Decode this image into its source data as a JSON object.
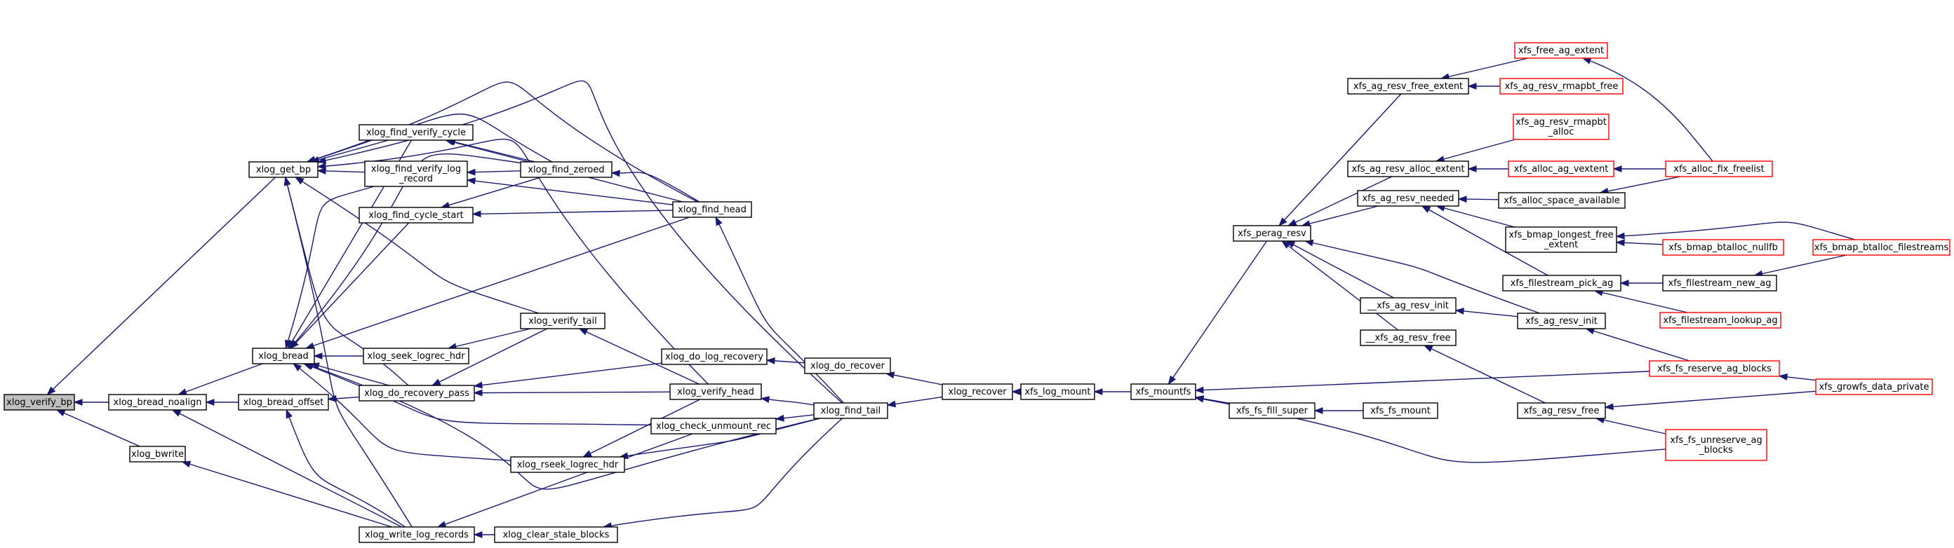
{
  "colors": {
    "edge": "#191970",
    "node_border": "#000000",
    "node_border_truncated": "#ff0000",
    "node_fill": "#ffffff",
    "root_fill": "#bfbfbf"
  },
  "nodes": [
    {
      "id": "xlog_verify_bp",
      "lines": [
        "xlog_verify_bp"
      ],
      "root": true
    },
    {
      "id": "xlog_bread_noalign",
      "lines": [
        "xlog_bread_noalign"
      ]
    },
    {
      "id": "xlog_bwrite",
      "lines": [
        "xlog_bwrite"
      ]
    },
    {
      "id": "xlog_get_bp",
      "lines": [
        "xlog_get_bp"
      ]
    },
    {
      "id": "xlog_bread",
      "lines": [
        "xlog_bread"
      ]
    },
    {
      "id": "xlog_bread_offset",
      "lines": [
        "xlog_bread_offset"
      ]
    },
    {
      "id": "xlog_write_log_records",
      "lines": [
        "xlog_write_log_records"
      ]
    },
    {
      "id": "xlog_find_verify_cycle",
      "lines": [
        "xlog_find_verify_cycle"
      ]
    },
    {
      "id": "xlog_find_verify_log_record",
      "lines": [
        "xlog_find_verify_log",
        "_record"
      ]
    },
    {
      "id": "xlog_find_cycle_start",
      "lines": [
        "xlog_find_cycle_start"
      ]
    },
    {
      "id": "xlog_seek_logrec_hdr",
      "lines": [
        "xlog_seek_logrec_hdr"
      ]
    },
    {
      "id": "xlog_do_recovery_pass",
      "lines": [
        "xlog_do_recovery_pass"
      ]
    },
    {
      "id": "xlog_rseek_logrec_hdr",
      "lines": [
        "xlog_rseek_logrec_hdr"
      ]
    },
    {
      "id": "xlog_clear_stale_blocks",
      "lines": [
        "xlog_clear_stale_blocks"
      ]
    },
    {
      "id": "xlog_find_zeroed",
      "lines": [
        "xlog_find_zeroed"
      ]
    },
    {
      "id": "xlog_verify_tail",
      "lines": [
        "xlog_verify_tail"
      ]
    },
    {
      "id": "xlog_do_log_recovery",
      "lines": [
        "xlog_do_log_recovery"
      ]
    },
    {
      "id": "xlog_verify_head",
      "lines": [
        "xlog_verify_head"
      ]
    },
    {
      "id": "xlog_check_unmount_rec",
      "lines": [
        "xlog_check_unmount_rec"
      ]
    },
    {
      "id": "xlog_find_head",
      "lines": [
        "xlog_find_head"
      ]
    },
    {
      "id": "xlog_do_recover",
      "lines": [
        "xlog_do_recover"
      ]
    },
    {
      "id": "xlog_find_tail",
      "lines": [
        "xlog_find_tail"
      ]
    },
    {
      "id": "xlog_recover",
      "lines": [
        "xlog_recover"
      ]
    },
    {
      "id": "xfs_log_mount",
      "lines": [
        "xfs_log_mount"
      ]
    },
    {
      "id": "xfs_mountfs",
      "lines": [
        "xfs_mountfs"
      ]
    },
    {
      "id": "xfs_perag_resv",
      "lines": [
        "xfs_perag_resv"
      ]
    },
    {
      "id": "xfs_fs_fill_super",
      "lines": [
        "xfs_fs_fill_super"
      ]
    },
    {
      "id": "xfs_fs_mount",
      "lines": [
        "xfs_fs_mount"
      ]
    },
    {
      "id": "xfs_ag_resv_free_extent",
      "lines": [
        "xfs_ag_resv_free_extent"
      ]
    },
    {
      "id": "xfs_ag_resv_alloc_extent",
      "lines": [
        "xfs_ag_resv_alloc_extent"
      ]
    },
    {
      "id": "xfs_ag_resv_needed",
      "lines": [
        "xfs_ag_resv_needed"
      ]
    },
    {
      "id": "__xfs_ag_resv_init",
      "lines": [
        "__xfs_ag_resv_init"
      ]
    },
    {
      "id": "__xfs_ag_resv_free",
      "lines": [
        "__xfs_ag_resv_free"
      ]
    },
    {
      "id": "xfs_ag_resv_free",
      "lines": [
        "xfs_ag_resv_free"
      ]
    },
    {
      "id": "xfs_free_ag_extent",
      "lines": [
        "xfs_free_ag_extent"
      ],
      "truncated": true
    },
    {
      "id": "xfs_ag_resv_rmapbt_free",
      "lines": [
        "xfs_ag_resv_rmapbt_free"
      ],
      "truncated": true
    },
    {
      "id": "xfs_ag_resv_rmapbt_alloc",
      "lines": [
        "xfs_ag_resv_rmapbt",
        "_alloc"
      ],
      "truncated": true
    },
    {
      "id": "xfs_alloc_ag_vextent",
      "lines": [
        "xfs_alloc_ag_vextent"
      ],
      "truncated": true
    },
    {
      "id": "xfs_alloc_space_available",
      "lines": [
        "xfs_alloc_space_available"
      ]
    },
    {
      "id": "xfs_bmap_longest_free_extent",
      "lines": [
        "xfs_bmap_longest_free",
        "_extent"
      ]
    },
    {
      "id": "xfs_filestream_pick_ag",
      "lines": [
        "xfs_filestream_pick_ag"
      ]
    },
    {
      "id": "xfs_ag_resv_init",
      "lines": [
        "xfs_ag_resv_init"
      ]
    },
    {
      "id": "xfs_fs_reserve_ag_blocks",
      "lines": [
        "xfs_fs_reserve_ag_blocks"
      ],
      "truncated": true
    },
    {
      "id": "xfs_fs_unreserve_ag_blocks",
      "lines": [
        "xfs_fs_unreserve_ag",
        "_blocks"
      ],
      "truncated": true
    },
    {
      "id": "xfs_alloc_fix_freelist",
      "lines": [
        "xfs_alloc_fix_freelist"
      ],
      "truncated": true
    },
    {
      "id": "xfs_bmap_btalloc_nullfb",
      "lines": [
        "xfs_bmap_btalloc_nullfb"
      ],
      "truncated": true
    },
    {
      "id": "xfs_filestream_new_ag",
      "lines": [
        "xfs_filestream_new_ag"
      ]
    },
    {
      "id": "xfs_filestream_lookup_ag",
      "lines": [
        "xfs_filestream_lookup_ag"
      ],
      "truncated": true
    },
    {
      "id": "xfs_bmap_btalloc_filestreams",
      "lines": [
        "xfs_bmap_btalloc_filestreams"
      ],
      "truncated": true
    },
    {
      "id": "xfs_growfs_data_private",
      "lines": [
        "xfs_growfs_data_private"
      ],
      "truncated": true
    }
  ],
  "edges": [
    [
      "xlog_bread_noalign",
      "xlog_verify_bp"
    ],
    [
      "xlog_bwrite",
      "xlog_verify_bp"
    ],
    [
      "xlog_get_bp",
      "xlog_verify_bp"
    ],
    [
      "xlog_bread",
      "xlog_bread_noalign"
    ],
    [
      "xlog_bread_offset",
      "xlog_bread_noalign"
    ],
    [
      "xlog_write_log_records",
      "xlog_bread_noalign"
    ],
    [
      "xlog_write_log_records",
      "xlog_bwrite"
    ],
    [
      "xlog_find_verify_cycle",
      "xlog_get_bp"
    ],
    [
      "xlog_find_verify_log_record",
      "xlog_get_bp"
    ],
    [
      "xlog_find_zeroed",
      "xlog_get_bp"
    ],
    [
      "xlog_find_head",
      "xlog_get_bp"
    ],
    [
      "xlog_find_tail",
      "xlog_get_bp"
    ],
    [
      "xlog_verify_tail",
      "xlog_get_bp"
    ],
    [
      "xlog_verify_head",
      "xlog_get_bp"
    ],
    [
      "xlog_do_recovery_pass",
      "xlog_get_bp"
    ],
    [
      "xlog_write_log_records",
      "xlog_get_bp"
    ],
    [
      "xlog_find_verify_cycle",
      "xlog_bread"
    ],
    [
      "xlog_find_verify_log_record",
      "xlog_bread"
    ],
    [
      "xlog_find_cycle_start",
      "xlog_bread"
    ],
    [
      "xlog_find_zeroed",
      "xlog_bread"
    ],
    [
      "xlog_find_head",
      "xlog_bread"
    ],
    [
      "xlog_seek_logrec_hdr",
      "xlog_bread"
    ],
    [
      "xlog_do_recovery_pass",
      "xlog_bread"
    ],
    [
      "xlog_rseek_logrec_hdr",
      "xlog_bread"
    ],
    [
      "xlog_check_unmount_rec",
      "xlog_bread"
    ],
    [
      "xlog_find_tail",
      "xlog_bread"
    ],
    [
      "xlog_do_recovery_pass",
      "xlog_bread_offset"
    ],
    [
      "xlog_write_log_records",
      "xlog_bread_offset"
    ],
    [
      "xlog_clear_stale_blocks",
      "xlog_write_log_records"
    ],
    [
      "xlog_check_unmount_rec",
      "xlog_write_log_records"
    ],
    [
      "xlog_find_zeroed",
      "xlog_find_verify_cycle"
    ],
    [
      "xlog_find_head",
      "xlog_find_verify_cycle"
    ],
    [
      "xlog_find_zeroed",
      "xlog_find_verify_log_record"
    ],
    [
      "xlog_find_head",
      "xlog_find_verify_log_record"
    ],
    [
      "xlog_find_zeroed",
      "xlog_find_cycle_start"
    ],
    [
      "xlog_find_head",
      "xlog_find_cycle_start"
    ],
    [
      "xlog_verify_tail",
      "xlog_seek_logrec_hdr"
    ],
    [
      "xlog_verify_tail",
      "xlog_do_recovery_pass"
    ],
    [
      "xlog_do_log_recovery",
      "xlog_do_recovery_pass"
    ],
    [
      "xlog_verify_head",
      "xlog_do_recovery_pass"
    ],
    [
      "xlog_verify_head",
      "xlog_rseek_logrec_hdr"
    ],
    [
      "xlog_find_tail",
      "xlog_rseek_logrec_hdr"
    ],
    [
      "xlog_find_tail",
      "xlog_clear_stale_blocks"
    ],
    [
      "xlog_find_head",
      "xlog_find_zeroed"
    ],
    [
      "xlog_verify_head",
      "xlog_verify_tail"
    ],
    [
      "xlog_do_recover",
      "xlog_do_log_recovery"
    ],
    [
      "xlog_find_tail",
      "xlog_verify_head"
    ],
    [
      "xlog_find_tail",
      "xlog_check_unmount_rec"
    ],
    [
      "xlog_find_tail",
      "xlog_find_head"
    ],
    [
      "xlog_recover",
      "xlog_do_recover"
    ],
    [
      "xlog_recover",
      "xlog_find_tail"
    ],
    [
      "xfs_log_mount",
      "xlog_recover"
    ],
    [
      "xfs_mountfs",
      "xfs_log_mount"
    ],
    [
      "xfs_perag_resv",
      "xfs_mountfs"
    ],
    [
      "xfs_fs_fill_super",
      "xfs_mountfs"
    ],
    [
      "xfs_fs_reserve_ag_blocks",
      "xfs_mountfs"
    ],
    [
      "xfs_fs_unreserve_ag_blocks",
      "xfs_mountfs"
    ],
    [
      "xfs_fs_mount",
      "xfs_fs_fill_super"
    ],
    [
      "xfs_ag_resv_free_extent",
      "xfs_perag_resv"
    ],
    [
      "xfs_ag_resv_alloc_extent",
      "xfs_perag_resv"
    ],
    [
      "xfs_ag_resv_needed",
      "xfs_perag_resv"
    ],
    [
      "__xfs_ag_resv_init",
      "xfs_perag_resv"
    ],
    [
      "__xfs_ag_resv_free",
      "xfs_perag_resv"
    ],
    [
      "xfs_ag_resv_init",
      "xfs_perag_resv"
    ],
    [
      "xfs_free_ag_extent",
      "xfs_ag_resv_free_extent"
    ],
    [
      "xfs_ag_resv_rmapbt_free",
      "xfs_ag_resv_free_extent"
    ],
    [
      "xfs_ag_resv_rmapbt_alloc",
      "xfs_ag_resv_alloc_extent"
    ],
    [
      "xfs_alloc_ag_vextent",
      "xfs_ag_resv_alloc_extent"
    ],
    [
      "xfs_alloc_space_available",
      "xfs_ag_resv_needed"
    ],
    [
      "xfs_bmap_longest_free_extent",
      "xfs_ag_resv_needed"
    ],
    [
      "xfs_filestream_pick_ag",
      "xfs_ag_resv_needed"
    ],
    [
      "xfs_ag_resv_init",
      "__xfs_ag_resv_init"
    ],
    [
      "xfs_ag_resv_free",
      "__xfs_ag_resv_free"
    ],
    [
      "xfs_fs_reserve_ag_blocks",
      "xfs_ag_resv_init"
    ],
    [
      "xfs_fs_unreserve_ag_blocks",
      "xfs_ag_resv_free"
    ],
    [
      "xfs_growfs_data_private",
      "xfs_ag_resv_free"
    ],
    [
      "xfs_alloc_fix_freelist",
      "xfs_free_ag_extent"
    ],
    [
      "xfs_alloc_fix_freelist",
      "xfs_alloc_ag_vextent"
    ],
    [
      "xfs_alloc_fix_freelist",
      "xfs_alloc_space_available"
    ],
    [
      "xfs_bmap_btalloc_nullfb",
      "xfs_bmap_longest_free_extent"
    ],
    [
      "xfs_bmap_btalloc_filestreams",
      "xfs_bmap_longest_free_extent"
    ],
    [
      "xfs_filestream_new_ag",
      "xfs_filestream_pick_ag"
    ],
    [
      "xfs_filestream_lookup_ag",
      "xfs_filestream_pick_ag"
    ],
    [
      "xfs_bmap_btalloc_filestreams",
      "xfs_filestream_new_ag"
    ],
    [
      "xfs_growfs_data_private",
      "xfs_fs_reserve_ag_blocks"
    ]
  ]
}
